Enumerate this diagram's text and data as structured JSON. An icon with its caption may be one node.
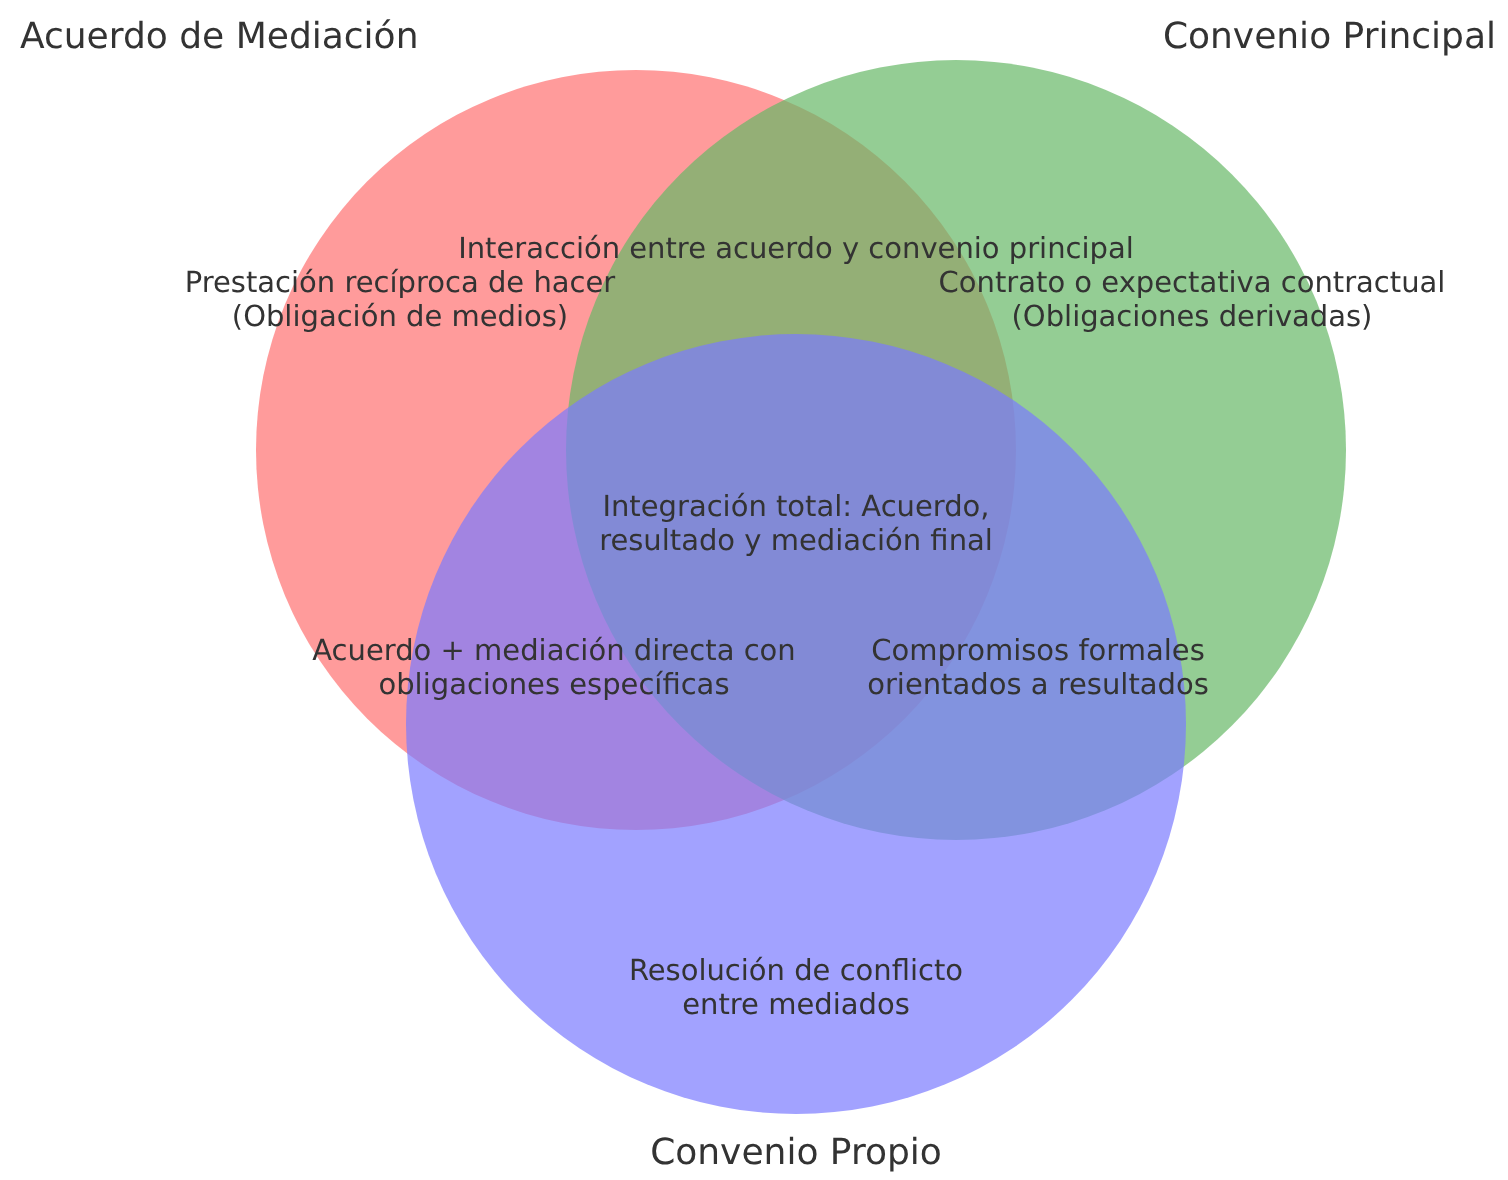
{
  "diagram": {
    "nodes": [
      {
        "text": [
          "Acuerdo de Mediación",
          "Prestación recíproca de hacer (Obligación de medios)"
        ]
      },
      {
        "text": [
          "Convenio Principal",
          "Contrato o expectativa contractual (Obligaciones derivadas)"
        ]
      },
      {
        "text": [
          "Resolución de conflicto entre mediados",
          "Convenio Propio"
        ]
      }
    ],
    "edges": [],
    "labels": [
      "Interacción entre acuerdo y convenio principal",
      "Integración total: Acuerdo, resultado y mediación final",
      "Acuerdo + mediación directa con obligaciones específicas",
      "Compromisos formales orientados a resultados"
    ]
  }
}
